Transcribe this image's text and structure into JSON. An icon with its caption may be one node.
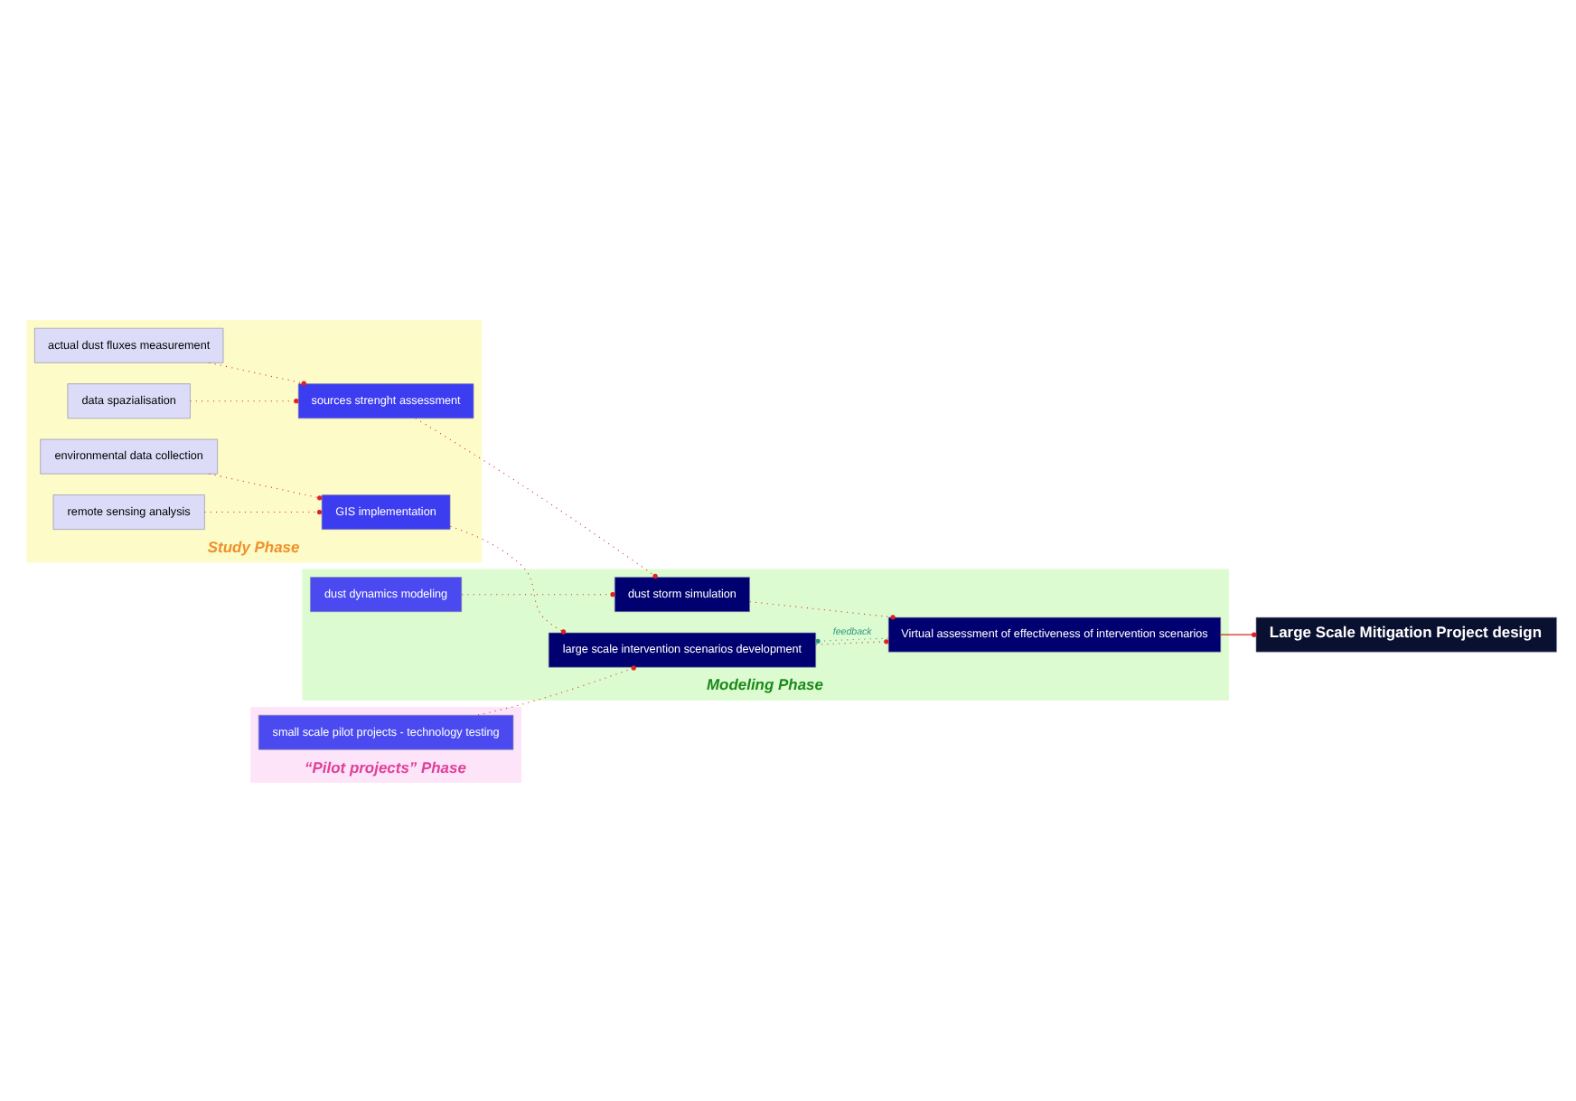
{
  "diagram": {
    "nodes": [
      {
        "text": [
          "Study Phase"
        ]
      },
      {
        "text": [
          "actual dust fluxes measurement"
        ],
        "in": 0
      },
      {
        "text": [
          "sources strenght assessment"
        ],
        "in": 0
      },
      {
        "text": [
          "data spazialisation"
        ],
        "in": 0
      },
      {
        "text": [
          "environmental data collection"
        ],
        "in": 0
      },
      {
        "text": [
          "GIS implementation"
        ],
        "in": 0
      },
      {
        "text": [
          "remote sensing analysis"
        ],
        "in": 0
      },
      {
        "text": [
          "Modeling Phase"
        ]
      },
      {
        "text": [
          "dust dynamics modeling"
        ],
        "in": 7
      },
      {
        "text": [
          "dust storm simulation"
        ],
        "in": 7
      },
      {
        "text": [
          "Virtual assessment of effectiveness of intervention scenarios"
        ],
        "in": 7
      },
      {
        "text": [
          "large scale intervention scenarios development"
        ],
        "in": 7
      },
      {
        "text": [
          "“Pilot projects” Phase"
        ]
      },
      {
        "text": [
          "small scale pilot projects - technology testing"
        ],
        "in": 12
      },
      {
        "text": [
          "Large Scale Mitigation Project design"
        ]
      }
    ],
    "edges": [
      {
        "from": 1,
        "to": 2,
        "arrow": "other",
        "style": "dashed"
      },
      {
        "from": 3,
        "to": 2,
        "arrow": "other",
        "style": "dashed"
      },
      {
        "from": 2,
        "to": 9,
        "arrow": "other",
        "style": "dashed"
      },
      {
        "from": 8,
        "to": 9,
        "arrow": "other",
        "style": "dashed"
      },
      {
        "from": 9,
        "to": 10,
        "arrow": "other",
        "style": "dashed"
      },
      {
        "from": 4,
        "to": 5,
        "arrow": "other",
        "style": "dashed"
      },
      {
        "from": 6,
        "to": 5,
        "arrow": "other",
        "style": "dashed"
      },
      {
        "from": 5,
        "to": 11,
        "arrow": "other",
        "style": "dashed"
      },
      {
        "from": 11,
        "to": 10,
        "arrow": "other",
        "style": "dashed"
      },
      {
        "from": 10,
        "to": 11,
        "arrow": "other",
        "label": "feedback",
        "color": "#339988",
        "style": "dashed"
      },
      {
        "from": 13,
        "to": 11,
        "arrow": "other",
        "style": "dashed"
      },
      {
        "from": 10,
        "to": 14,
        "arrow": "other"
      }
    ]
  }
}
